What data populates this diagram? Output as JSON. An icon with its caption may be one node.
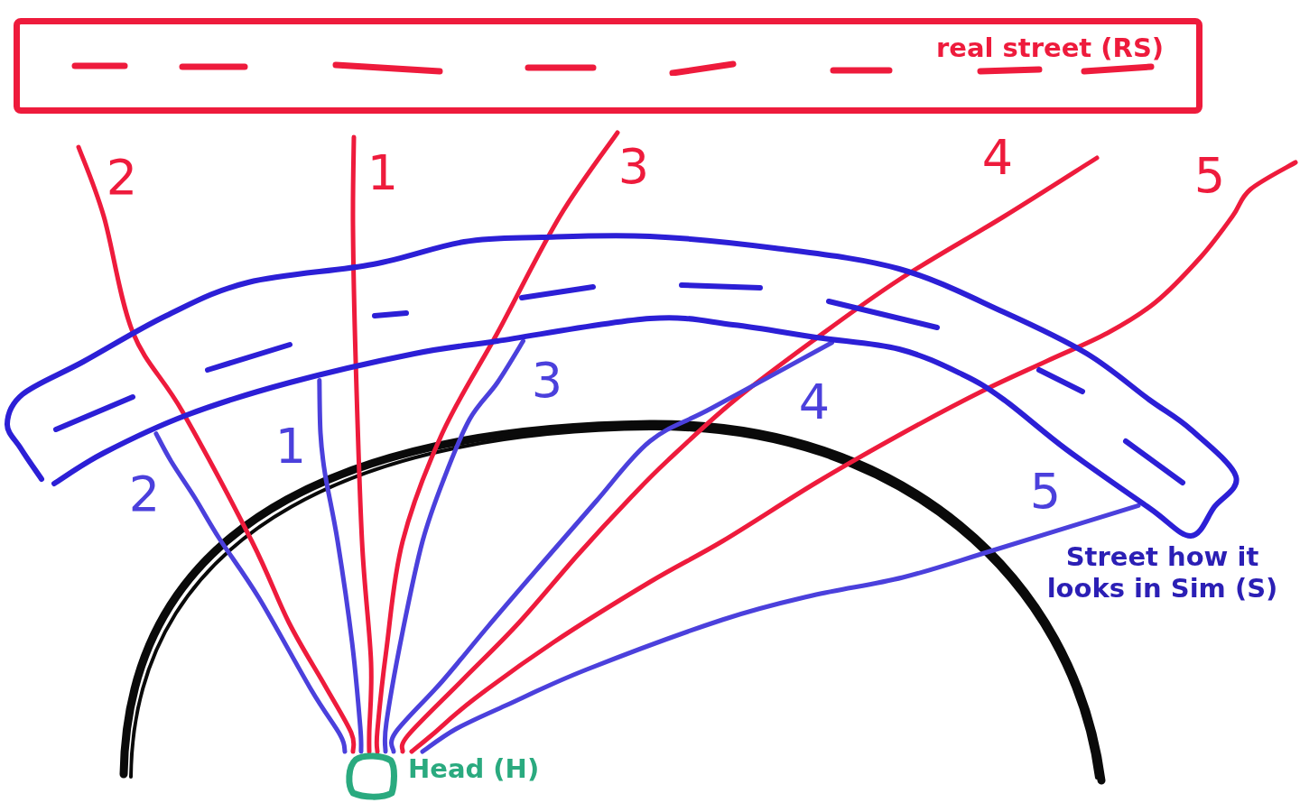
{
  "diagram": {
    "nodes": [
      {
        "text": [
          "real street (RS)"
        ]
      },
      {
        "text": [
          "Street how it looks in Sim (S)"
        ]
      },
      {
        "text": [
          "Head (H)"
        ]
      }
    ],
    "edges": [
      {
        "from": 2,
        "to": null,
        "arrow": "none",
        "label": "2",
        "color": "#ee1b3c"
      },
      {
        "from": 2,
        "to": null,
        "arrow": "none",
        "label": "1",
        "color": "#ee1b3c"
      },
      {
        "from": 2,
        "to": null,
        "arrow": "none",
        "label": "3",
        "color": "#ee1b3c"
      },
      {
        "from": 2,
        "to": null,
        "arrow": "none",
        "label": "4",
        "color": "#ee1b3c"
      },
      {
        "from": 2,
        "to": null,
        "arrow": "none",
        "label": "5",
        "color": "#ee1b3c"
      },
      {
        "from": 2,
        "to": 1,
        "arrow": "none",
        "label": "2",
        "color": "#4b40dc"
      },
      {
        "from": 2,
        "to": 1,
        "arrow": "none",
        "label": "1",
        "color": "#4b40dc"
      },
      {
        "from": 2,
        "to": 1,
        "arrow": "none",
        "label": "3",
        "color": "#4b40dc"
      },
      {
        "from": 2,
        "to": 1,
        "arrow": "none",
        "label": "4",
        "color": "#4b40dc"
      },
      {
        "from": 2,
        "to": 1,
        "arrow": "none",
        "label": "5",
        "color": "#4b40dc"
      }
    ]
  }
}
